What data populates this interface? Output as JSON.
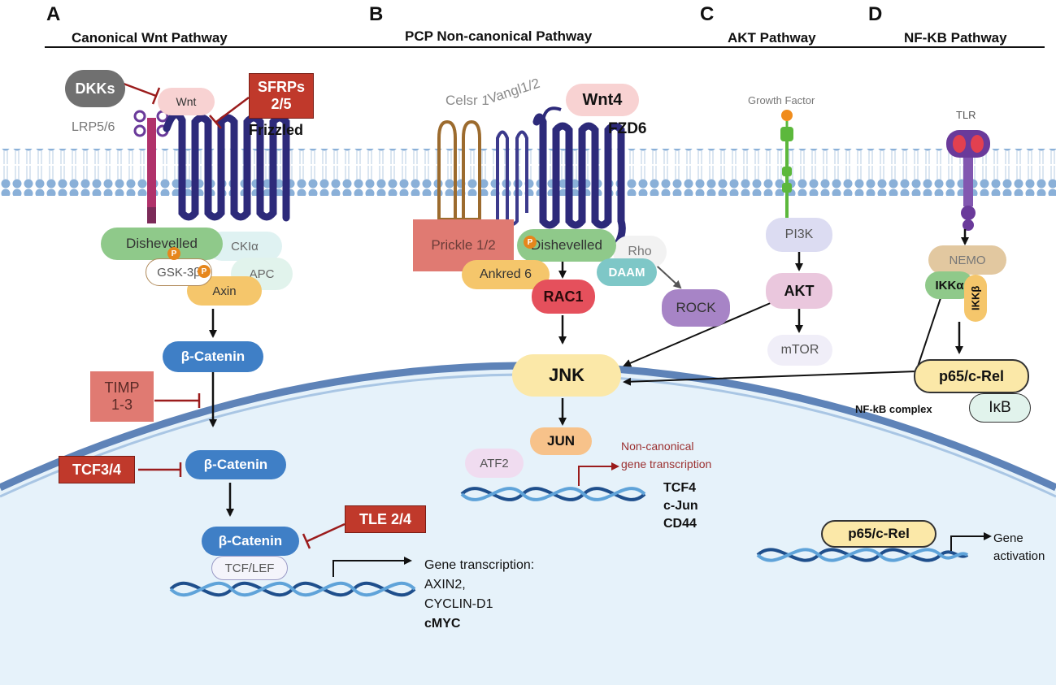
{
  "panels": {
    "A": {
      "letter": "A",
      "title": "Canonical Wnt  Pathway"
    },
    "B": {
      "letter": "B",
      "title": "PCP Non-canonical Pathway"
    },
    "C": {
      "letter": "C",
      "title": "AKT Pathway"
    },
    "D": {
      "letter": "D",
      "title": "NF-KB Pathway"
    }
  },
  "canonical": {
    "dkks": "DKKs",
    "wnt": "Wnt",
    "sfrps_line1": "SFRPs",
    "sfrps_line2": "2/5",
    "frizzled": "Frizzled",
    "lrp": "LRP5/6",
    "dishevelled": "Dishevelled",
    "ckia": "CKIα",
    "gsk3b": "GSK-3β",
    "apc": "APC",
    "axin": "Axin",
    "beta_catenin_cyto": "β-Catenin",
    "timp_line1": "TIMP",
    "timp_line2": "1-3",
    "tcf34": "TCF3/4",
    "beta_catenin_nuc": "β-Catenin",
    "tle": "TLE 2/4",
    "beta_catenin_dna": "β-Catenin",
    "tcf_lef": "TCF/LEF",
    "gene_line1": "Gene transcription:",
    "gene_line2": "AXIN2,",
    "gene_line3": "CYCLIN-D1",
    "gene_line4": "cMYC",
    "p_label": "P"
  },
  "pcp": {
    "celsr": "Celsr 1",
    "vangl": "Vangl1/2",
    "wnt4": "Wnt4",
    "fzd6": "FZD6",
    "prickle": "Prickle 1/2",
    "dishevelled": "Dishevelled",
    "rho": "Rho",
    "daam": "DAAM",
    "ankred": "Ankred 6",
    "rac1": "RAC1",
    "rock": "ROCK",
    "jnk": "JNK",
    "jun": "JUN",
    "atf2": "ATF2",
    "noncanon_line1": "Non-canonical",
    "noncanon_line2": "gene transcription",
    "tcf4": "TCF4",
    "cjun": "c-Jun",
    "cd44": "CD44"
  },
  "akt": {
    "growth_factor": "Growth Factor",
    "pi3k": "PI3K",
    "akt": "AKT",
    "mtor": "mTOR"
  },
  "nfkb": {
    "tlr": "TLR",
    "nemo": "NEMO",
    "ikka": "IKKα",
    "ikkb": "IKKβ",
    "p65_cyto": "p65/c-Rel",
    "complex": "NF-kB complex",
    "ikb": "IκB",
    "p65_nuc": "p65/c-Rel",
    "gene_line1": "Gene",
    "gene_line2": "activation"
  },
  "colors": {
    "membrane": "#7fa8d2",
    "receptor": "#2d2a7a",
    "red_box": "#c0392b",
    "nucleus_fill": "#e6f2fa",
    "nucleus_edge": "#5e83b8",
    "beta_catenin": "#3f7fc6",
    "dishevelled": "#8fc98a",
    "axin": "#f5c66b",
    "jnk": "#fbe8a8",
    "rac1": "#e5505c",
    "rock": "#a784c6"
  }
}
